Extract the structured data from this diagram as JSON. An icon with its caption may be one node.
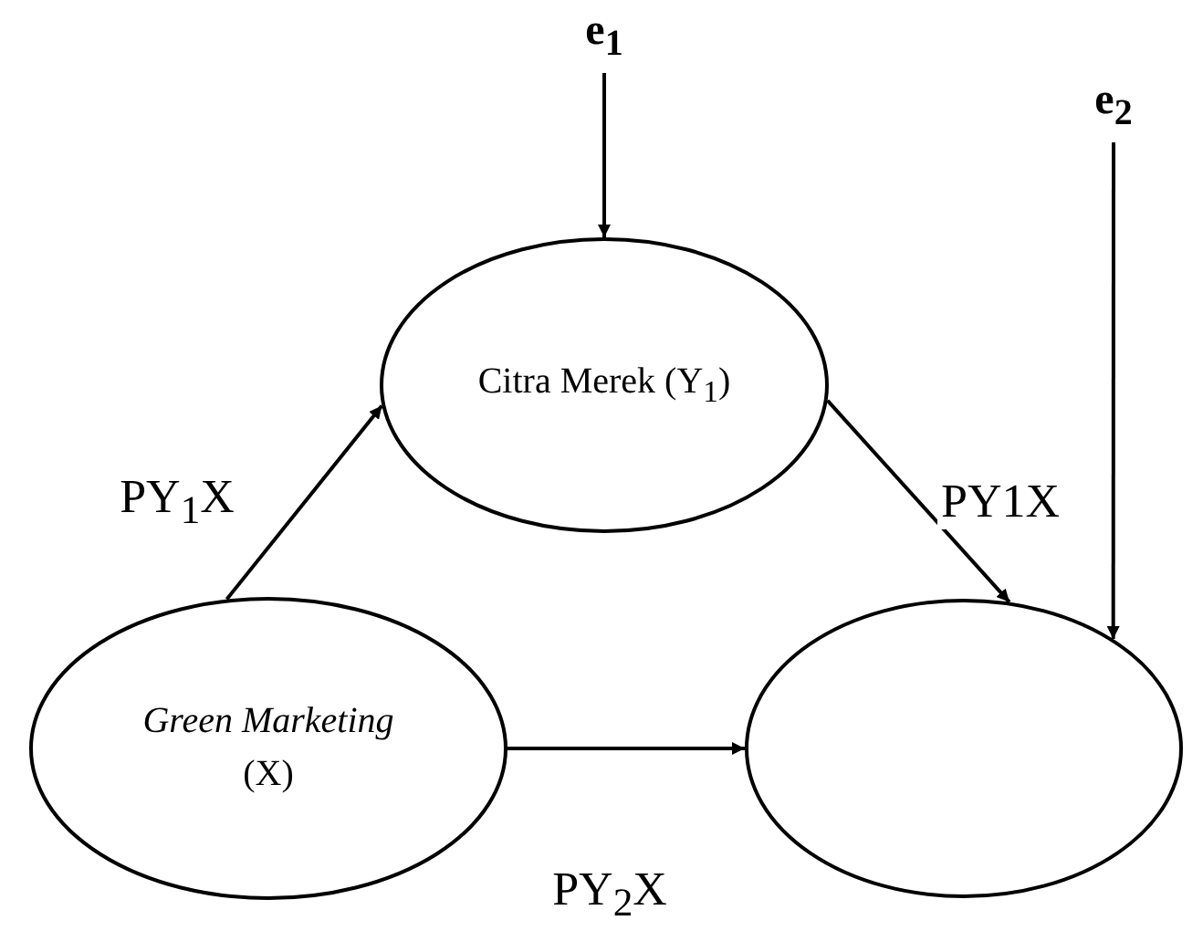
{
  "diagram": {
    "nodes": [
      {
        "text": [
          "e$_{1}$"
        ]
      },
      {
        "text": [
          "e$_{2}$"
        ]
      },
      {
        "text": [
          "Citra Merek (Y$_{1}$)"
        ]
      },
      {
        "text": [
          "Green Marketing",
          "(X)"
        ]
      },
      {
        "text": [],
        "shape": "circle"
      }
    ],
    "edges": [
      {
        "from": 0,
        "to": 2,
        "arrow": "to"
      },
      {
        "from": 1,
        "to": 4,
        "arrow": "to"
      },
      {
        "from": 3,
        "to": 2,
        "arrow": "to",
        "label": "PY$_{1}$X"
      },
      {
        "from": 2,
        "to": 4,
        "arrow": "to",
        "label": "PY1X"
      },
      {
        "from": 3,
        "to": 4,
        "arrow": "to",
        "label": "PY$_{2}$X"
      }
    ]
  }
}
